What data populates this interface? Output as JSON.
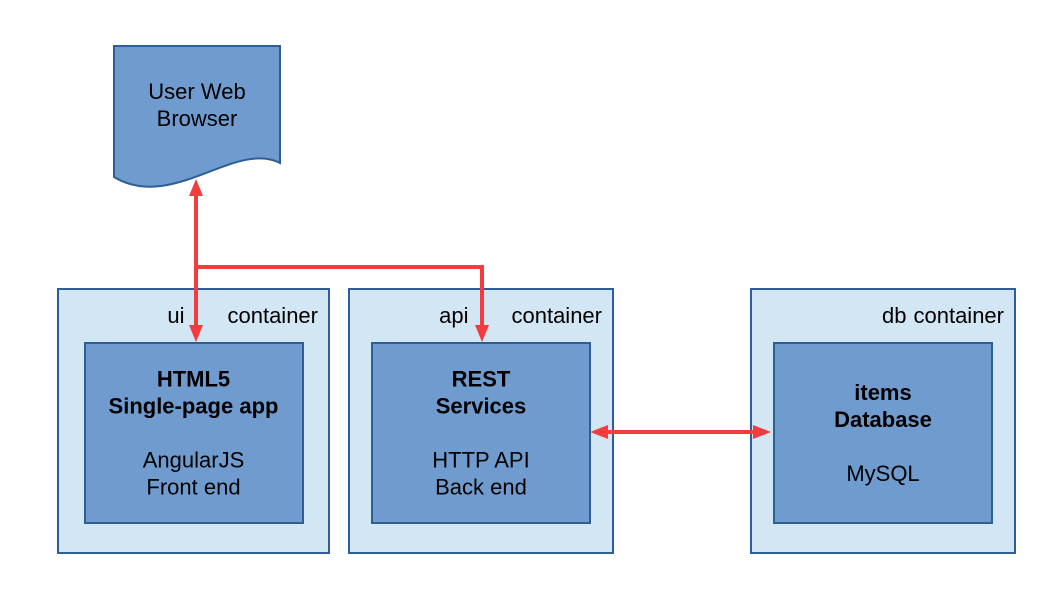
{
  "browser": {
    "line1": "User Web",
    "line2": "Browser"
  },
  "containers": {
    "ui": {
      "name": "ui",
      "kind": "container",
      "node": {
        "title1": "HTML5",
        "title2": "Single-page app",
        "body1": "AngularJS",
        "body2": "Front end"
      }
    },
    "api": {
      "name": "api",
      "kind": "container",
      "node": {
        "title1": "REST",
        "title2": "Services",
        "body1": "HTTP API",
        "body2": "Back end"
      }
    },
    "db": {
      "name": "db",
      "kind": "container",
      "node": {
        "title1": "items",
        "title2": "Database",
        "body1": "MySQL"
      }
    }
  },
  "connectors": [
    {
      "from": "User Web Browser",
      "to": "HTML5 Single-page app",
      "direction": "bidirectional"
    },
    {
      "from": "User Web Browser",
      "to": "REST Services",
      "direction": "one-way"
    },
    {
      "from": "REST Services",
      "to": "items Database",
      "direction": "bidirectional"
    }
  ],
  "colors": {
    "container_fill": "#d3e6f4",
    "container_border": "#2e5e96",
    "node_fill": "#6f9bce",
    "node_border": "#2e5e96",
    "arrow": "#f43b3e",
    "text": "#000000",
    "background": "#ffffff"
  }
}
